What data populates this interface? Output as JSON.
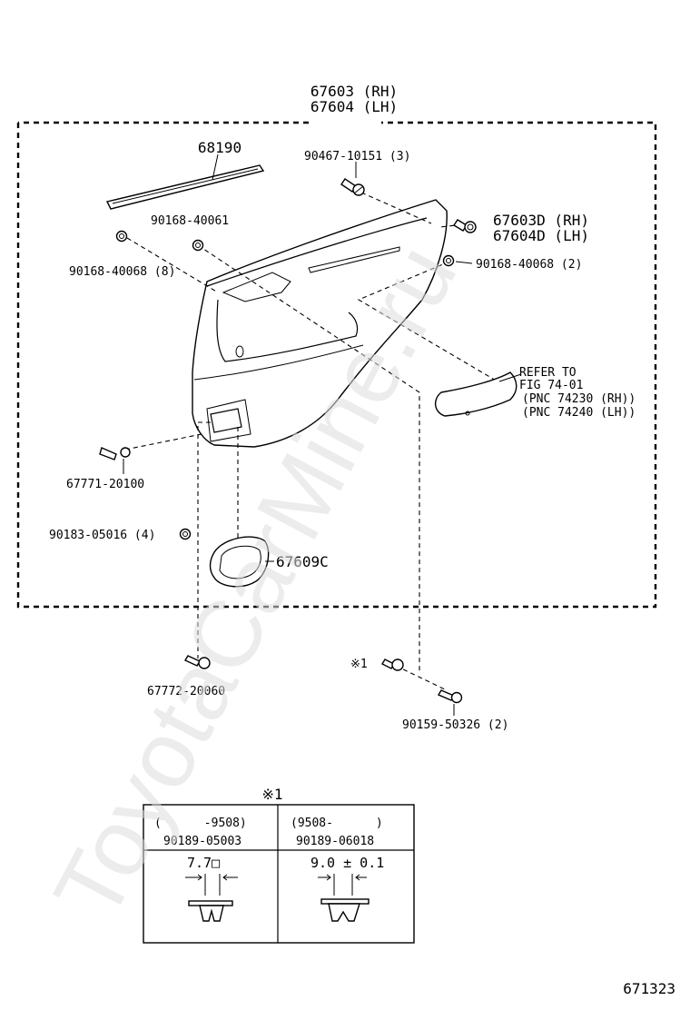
{
  "assembly": {
    "rh": "67603 (RH)",
    "lh": "67604 (LH)"
  },
  "parts": {
    "weatherstrip": "68190",
    "clip_top": "90467-10151 (3)",
    "clip_left_label": "90168-40061",
    "screw_left": "90168-40068 (8)",
    "board_rh": "67603D (RH)",
    "board_lh": "67604D (LH)",
    "screw_right": "90168-40068 (2)",
    "refer_line1": "REFER TO",
    "refer_line2": "FIG 74-01",
    "refer_line3": "(PNC 74230 (RH))",
    "refer_line4": "(PNC 74240 (LH))",
    "handle_bracket": "67771-20100",
    "nut": "90183-05016 (4)",
    "bezel": "67609C",
    "fastener_bottom": "67772-20060",
    "note_ref": "※1",
    "screw_bottom": "90159-50326 (2)"
  },
  "table": {
    "title": "※1",
    "col1_range": "(      -9508)",
    "col1_part": "90189-05003",
    "col1_dim": "7.7□",
    "col2_range": "(9508-      )",
    "col2_part": "90189-06018",
    "col2_dim": "9.0 ± 0.1"
  },
  "figure_number": "671323",
  "watermark": "ToyotaCarMine.ru"
}
